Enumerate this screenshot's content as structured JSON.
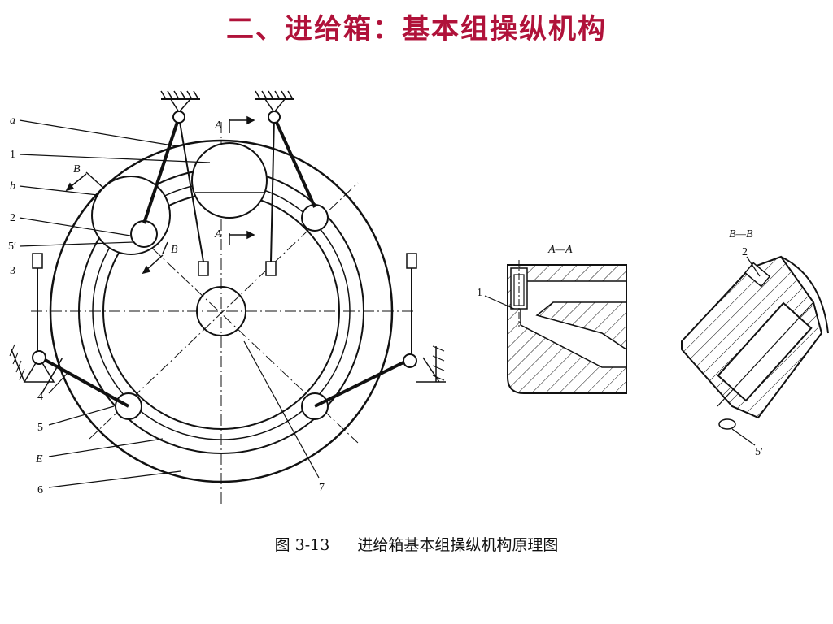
{
  "slide": {
    "title": "二、进给箱：基本组操纵机构"
  },
  "figure": {
    "number": "图 3-13",
    "caption": "进给箱基本组操纵机构原理图",
    "labels": {
      "a": "a",
      "one": "1",
      "b_small": "b",
      "two": "2",
      "five_prime": "5′",
      "three": "3",
      "four": "4",
      "five": "5",
      "E": "E",
      "six": "6",
      "seven": "7",
      "A_top": "A",
      "A_mid": "A",
      "B_left": "B",
      "B_right": "B"
    },
    "section_AA": {
      "title": "A—A",
      "label_1": "1"
    },
    "section_BB": {
      "title": "B—B",
      "label_2": "2",
      "label_5p": "5′"
    }
  },
  "colors": {
    "title": "#b0123a",
    "ink": "#111111"
  }
}
